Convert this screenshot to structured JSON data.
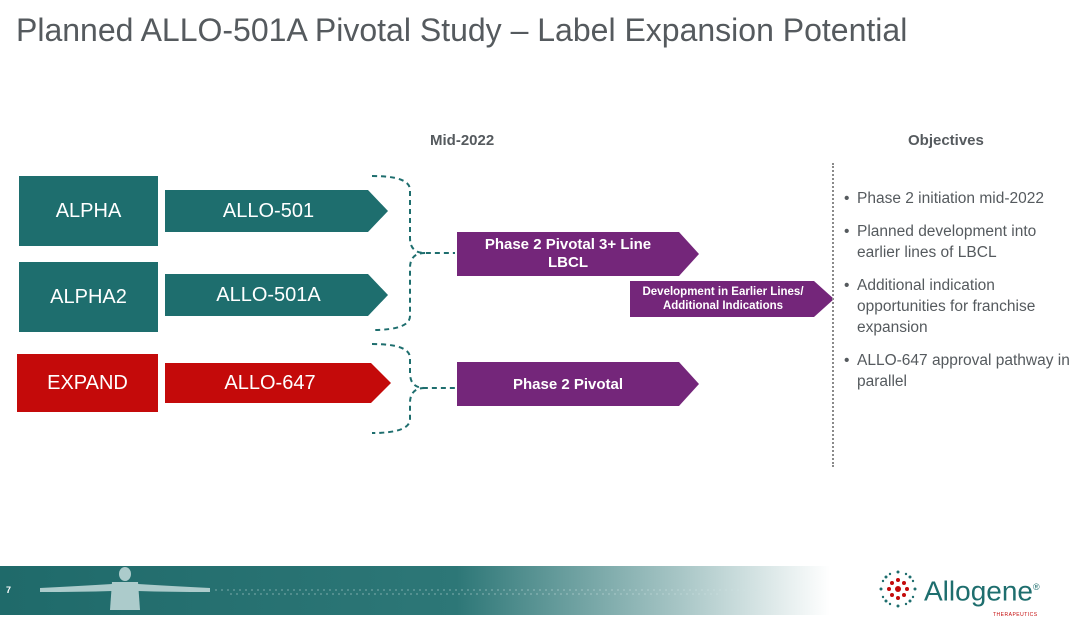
{
  "title": "Planned ALLO-501A Pivotal Study – Label Expansion Potential",
  "headers": {
    "mid": "Mid-2022",
    "objectives": "Objectives"
  },
  "programs": [
    {
      "study": "ALPHA",
      "product": "ALLO-501",
      "color": "#1e6e6e"
    },
    {
      "study": "ALPHA2",
      "product": "ALLO-501A",
      "color": "#1e6e6e"
    },
    {
      "study": "EXPAND",
      "product": "ALLO-647",
      "color": "#c40a0a"
    }
  ],
  "outcomes": {
    "pivotal_lbcl": "Phase 2 Pivotal 3+ Line LBCL",
    "development": "Development in Earlier Lines/ Additional Indications",
    "pivotal": "Phase 2 Pivotal"
  },
  "objectives": [
    "Phase 2 initiation mid-2022",
    "Planned development into earlier lines of LBCL",
    "Additional indication opportunities for franchise expansion",
    "ALLO-647 approval pathway in parallel"
  ],
  "footer": {
    "page_number": "7",
    "logo_text": "Allogene",
    "logo_registered": "®",
    "logo_subtext": "THERAPEUTICS"
  },
  "colors": {
    "teal": "#1e6e6e",
    "red": "#c40a0a",
    "purple": "#74267a",
    "gray_text": "#555a5e"
  }
}
